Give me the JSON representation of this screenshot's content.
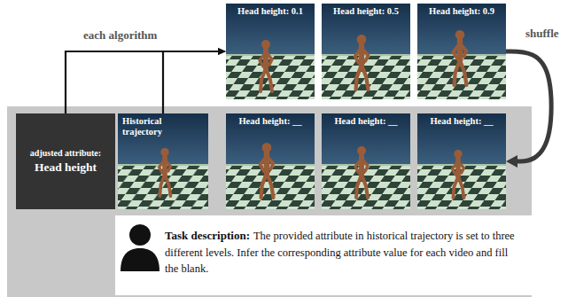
{
  "diagram": {
    "nodes": [
      {
        "text": [
          "adjusted attribute:",
          "Head height"
        ]
      },
      {
        "text": [
          "Historical trajectory"
        ]
      },
      {
        "text": [
          "Head height: 0.1"
        ]
      },
      {
        "text": [
          "Head height: 0.5"
        ]
      },
      {
        "text": [
          "Head height: 0.9"
        ]
      },
      {
        "text": [
          "Head height: __"
        ]
      },
      {
        "text": [
          "Head height: __"
        ]
      },
      {
        "text": [
          "Head height: __"
        ]
      },
      {
        "text": [
          "Task description:",
          "The provided attribute in historical trajectory is set to three different levels. Infer the corresponding attribute value for each video and fill the blank."
        ]
      }
    ],
    "edges": [
      {
        "from": 0,
        "to": 2,
        "arrow": "to",
        "label": "each algorithm"
      },
      {
        "from": 1,
        "to": 2,
        "arrow": "to"
      },
      {
        "from": 4,
        "to": 7,
        "arrow": "to",
        "label": "shuffle"
      }
    ]
  }
}
